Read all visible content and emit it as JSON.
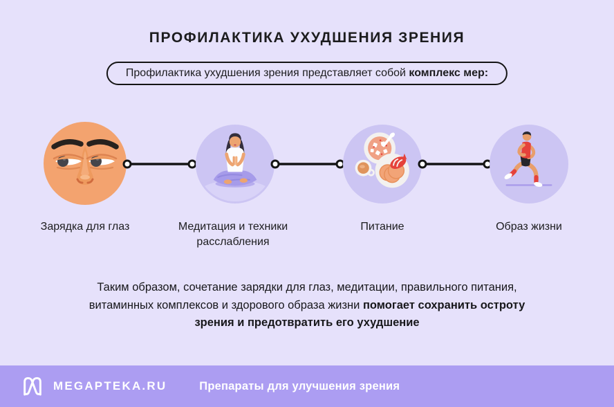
{
  "page": {
    "title": "ПРОФИЛАКТИКА УХУДШЕНИЯ ЗРЕНИЯ",
    "background_color": "#e6e1fb"
  },
  "intro_pill": {
    "text_regular": "Профилактика ухудшения зрения представляет собой ",
    "text_bold": "комплекс мер:"
  },
  "steps": [
    {
      "label": "Зарядка для глаз",
      "icon": "eye-exercise-illustration"
    },
    {
      "label": "Медитация и техники расслабления",
      "icon": "meditation-illustration"
    },
    {
      "label": "Питание",
      "icon": "healthy-food-illustration"
    },
    {
      "label": "Образ жизни",
      "icon": "running-man-illustration"
    }
  ],
  "summary": {
    "text_regular": "Таким образом, сочетание зарядки для глаз, медитации, правильного питания, витаминных комплексов и здорового образа жизни ",
    "text_bold": "помогает сохранить остроту зрения и предотвратить его ухудшение"
  },
  "footer": {
    "brand": "MEGAPTEKA.RU",
    "tagline": "Препараты для улучшения зрения",
    "background_color": "#ac9df2"
  },
  "colors": {
    "step_circle": "#ccc5f3",
    "accent_red": "#e5423b",
    "skin": "#f0a471",
    "text": "#1c1c1e",
    "connector": "#141414"
  }
}
